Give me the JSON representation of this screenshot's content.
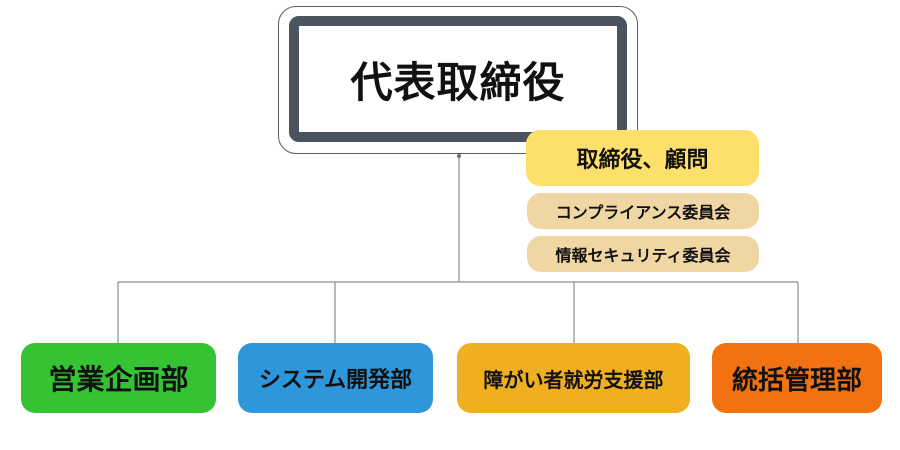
{
  "ceo": {
    "label": "代表取締役"
  },
  "advisory": {
    "main": "取締役、顧問",
    "committees": [
      "コンプライアンス委員会",
      "情報セキュリティ委員会"
    ]
  },
  "departments": [
    {
      "label": "営業企画部",
      "color": "#35c334"
    },
    {
      "label": "システム開発部",
      "color": "#2e96da"
    },
    {
      "label": "障がい者就労支援部",
      "color": "#f0af20"
    },
    {
      "label": "統括管理部",
      "color": "#f27110"
    }
  ],
  "colors": {
    "ceo_border": "#4b545e",
    "advisory_main": "#fddf6b",
    "committee": "#f0d6a2",
    "connector": "#8a8f94"
  }
}
